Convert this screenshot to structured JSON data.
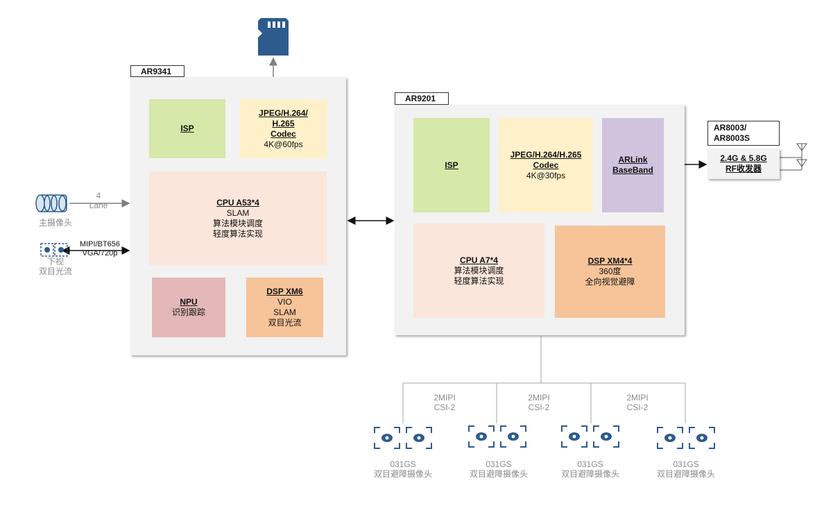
{
  "colors": {
    "isp": "#d6e8aa",
    "codec": "#fef0c8",
    "cpu": "#fae6da",
    "npu": "#e4b8b8",
    "dsp": "#f7c49a",
    "baseband": "#cfc3dd",
    "icon_blue": "#2e5b8e",
    "line_gray": "#a6a6a6"
  },
  "ar9341": {
    "label": "AR9341",
    "isp": "ISP",
    "codec_title_l1": "JPEG/H.264/",
    "codec_title_l2": "H.265",
    "codec_title_l3": "Codec",
    "codec_spec": "4K@60fps",
    "cpu_title": "CPU A53*4",
    "cpu_l1": "SLAM",
    "cpu_l2": "算法模块调度",
    "cpu_l3": "轻度算法实现",
    "npu_title": "NPU",
    "npu_l1": "识别跟踪",
    "dsp_title": "DSP XM6",
    "dsp_l1": "VIO",
    "dsp_l2": "SLAM",
    "dsp_l3": "双目光流"
  },
  "ar9201": {
    "label": "AR9201",
    "isp": "ISP",
    "codec_title_l1": "JPEG/H.264/H.265",
    "codec_title_l2": "Codec",
    "codec_spec": "4K@30fps",
    "baseband_l1": "ARLink",
    "baseband_l2": "BaseBand",
    "cpu_title": "CPU A7*4",
    "cpu_l1": "算法模块调度",
    "cpu_l2": "轻度算法实现",
    "dsp_title": "DSP XM4*4",
    "dsp_l1": "360度",
    "dsp_l2": "全向视觉避障"
  },
  "rf": {
    "label_l1": "AR8003/",
    "label_l2": "AR8003S",
    "band": "2.4G & 5.8G",
    "name": "RF收发器"
  },
  "main_camera": {
    "label": "主摄像头",
    "lane_l1": "4",
    "lane_l2": "Lane",
    "icon": "camera-lens-icon"
  },
  "down_camera": {
    "label_l1": "下视",
    "label_l2": "双目光流",
    "iface_l1": "MIPI/BT656",
    "iface_l2": "VGA/720p",
    "icon": "stereo-camera-icon"
  },
  "sd_card": {
    "icon": "sd-card-icon"
  },
  "mipi_labels": [
    {
      "l1": "2MIPI",
      "l2": "CSI-2"
    },
    {
      "l1": "2MIPI",
      "l2": "CSI-2"
    },
    {
      "l1": "2MIPI",
      "l2": "CSI-2"
    }
  ],
  "obstacle_cameras": [
    {
      "model": "031GS",
      "name": "双目避障摄像头"
    },
    {
      "model": "031GS",
      "name": "双目避障摄像头"
    },
    {
      "model": "031GS",
      "name": "双目避障摄像头"
    },
    {
      "model": "031GS",
      "name": "双目避障摄像头"
    }
  ]
}
